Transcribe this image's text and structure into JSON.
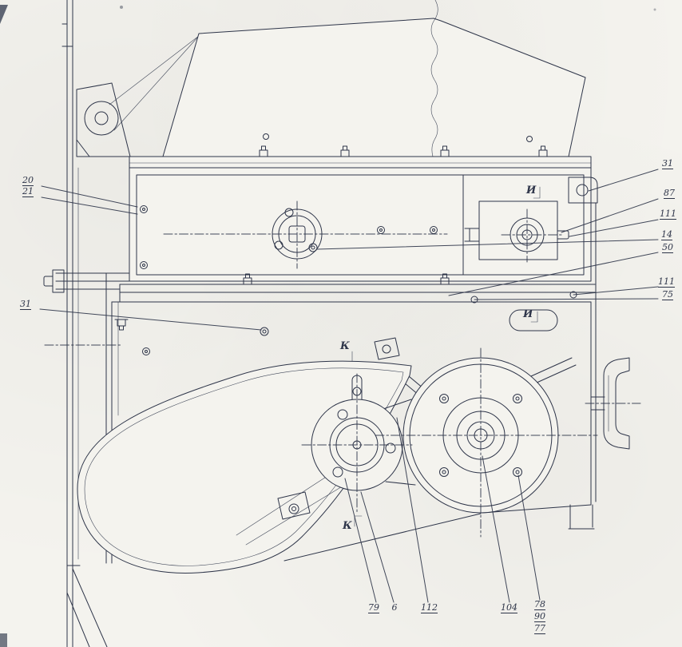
{
  "colors": {
    "ink": "#2e3549",
    "paper": "#f4f3ee"
  },
  "callouts": {
    "left": [
      {
        "label": "20"
      },
      {
        "label": "21"
      },
      {
        "label": "31"
      }
    ],
    "right": [
      {
        "label": "31"
      },
      {
        "label": "87"
      },
      {
        "label": "111"
      },
      {
        "label": "14"
      },
      {
        "label": "50"
      },
      {
        "label": "111"
      },
      {
        "label": "75"
      }
    ],
    "bottom": [
      {
        "label": "79"
      },
      {
        "label": "6"
      },
      {
        "label": "112"
      },
      {
        "label": "104"
      },
      {
        "label": "78"
      },
      {
        "label": "90"
      },
      {
        "label": "77"
      }
    ]
  },
  "section_marks": {
    "k_upper": {
      "label": "К"
    },
    "k_lower": {
      "label": "К"
    },
    "i_upper": {
      "label": "И"
    },
    "i_lower": {
      "label": "И"
    }
  }
}
